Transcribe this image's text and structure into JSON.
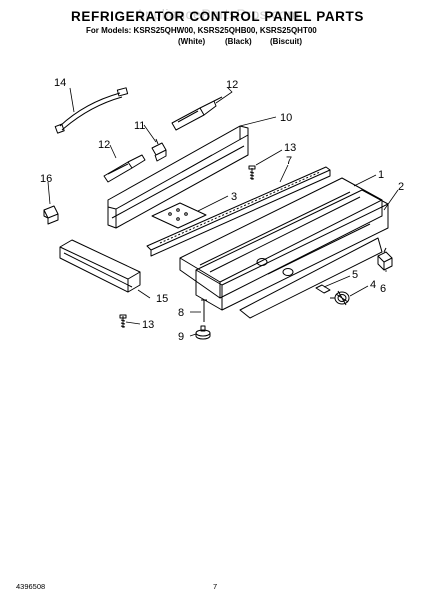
{
  "header": {
    "title": "REFRIGERATOR CONTROL PANEL PARTS",
    "models": "For Models: KSRS25QHW00, KSRS25QHB00, KSRS25QHT00",
    "colors": [
      "(White)",
      "(Black)",
      "(Biscuit)"
    ]
  },
  "watermark": "AppliancePartsPros.com",
  "footer": {
    "part_number": "4396508",
    "page": "7"
  },
  "callouts": [
    "14",
    "12",
    "11",
    "10",
    "12",
    "13",
    "7",
    "1",
    "2",
    "16",
    "3",
    "15",
    "5",
    "4",
    "6",
    "8",
    "13",
    "9"
  ]
}
